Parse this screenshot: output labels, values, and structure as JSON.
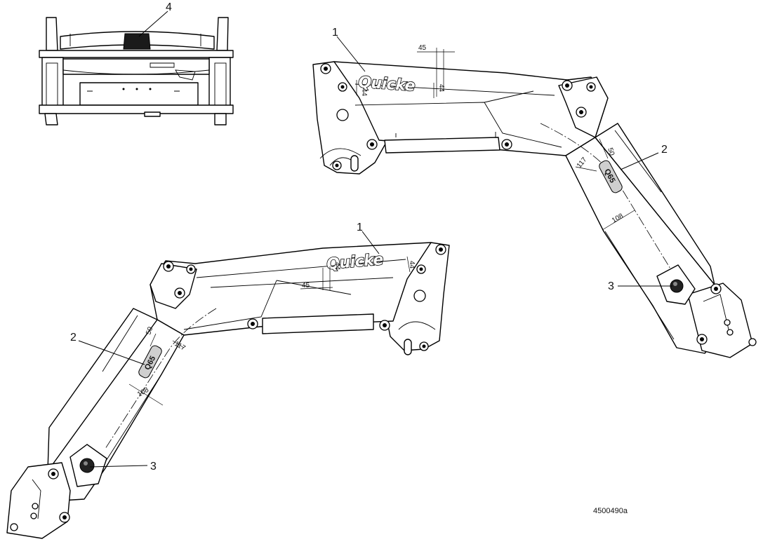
{
  "callouts": {
    "c1": "1",
    "c2": "2",
    "c3": "3",
    "c4": "4"
  },
  "dimensions": {
    "d45": "45",
    "d44": "44",
    "d50": "50",
    "d117": "117",
    "d108": "108"
  },
  "brand_logo_text": "Quicke",
  "badge_text": "Q65",
  "document_number": "4500490a"
}
